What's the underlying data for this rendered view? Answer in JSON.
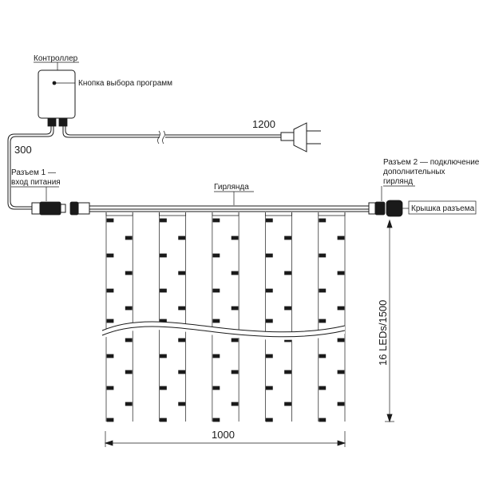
{
  "labels": {
    "controller": "Контроллер",
    "program_button": "Кнопка выбора программ",
    "connector1_line1": "Разъем 1 —",
    "connector1_line2": "вход питания",
    "garland": "Гирлянда",
    "connector2_line1": "Разъем 2 — подключение",
    "connector2_line2": "дополнительных",
    "connector2_line3": "гирлянд",
    "connector_cap": "Крышка разъема"
  },
  "dimensions": {
    "cable_to_plug": "1200",
    "cable_to_connector": "300",
    "width": "1000",
    "height": "16 LEDs/1500"
  },
  "strands": {
    "count": 10,
    "leds_per_strand": 16
  },
  "colors": {
    "ink": "#1a1a1a",
    "background": "#ffffff"
  },
  "icons": [
    "controller-box-icon",
    "power-plug-icon",
    "connector-icon",
    "connector-cap-icon",
    "led-icon"
  ]
}
